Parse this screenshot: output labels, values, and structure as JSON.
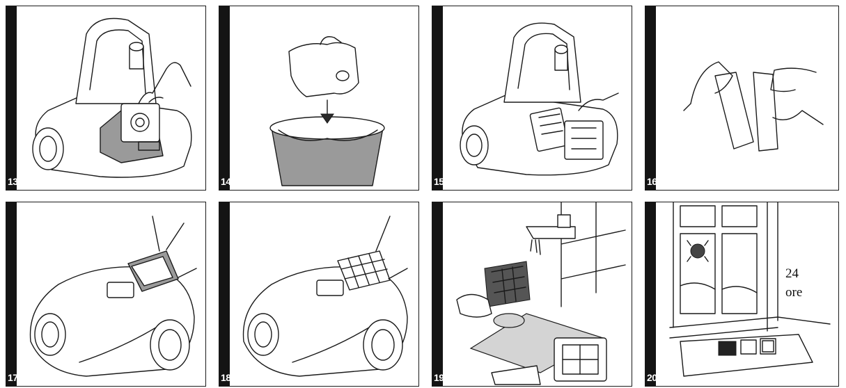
{
  "panels": [
    {
      "number": "13",
      "icon": "vacuum-open-bag-removal-icon"
    },
    {
      "number": "14",
      "icon": "bag-into-bin-icon"
    },
    {
      "number": "15",
      "icon": "vacuum-filter-frame-icon"
    },
    {
      "number": "16",
      "icon": "filter-separation-icon"
    },
    {
      "number": "17",
      "icon": "vacuum-lid-filter-icon"
    },
    {
      "number": "18",
      "icon": "vacuum-grille-filter-icon"
    },
    {
      "number": "19",
      "icon": "filter-washing-tap-icon"
    },
    {
      "number": "20",
      "icon": "filter-drying-window-icon"
    }
  ],
  "drying_caption": {
    "line1": "24",
    "line2": "ore"
  }
}
